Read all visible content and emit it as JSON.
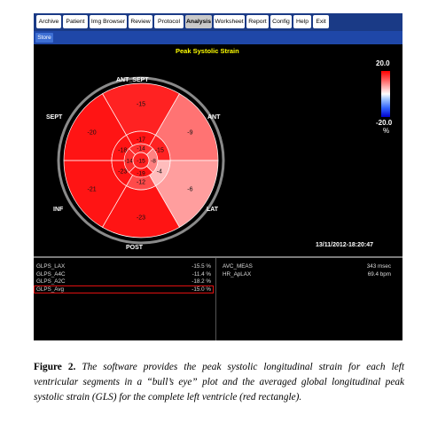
{
  "menu": {
    "tabs": [
      {
        "label": "Archive",
        "active": false
      },
      {
        "label": "Patient",
        "active": false
      },
      {
        "label": "Img Browser",
        "active": false
      },
      {
        "label": "Review",
        "active": false
      },
      {
        "label": "Protocol",
        "active": false
      },
      {
        "label": "Analysis",
        "active": true
      },
      {
        "label": "Worksheet",
        "active": false
      },
      {
        "label": "Report",
        "active": false
      },
      {
        "label": "Config",
        "active": false
      },
      {
        "label": "Help",
        "active": false
      },
      {
        "label": "Exit",
        "active": false
      }
    ]
  },
  "toolbar": {
    "store_label": "Store"
  },
  "viewer": {
    "title": "Peak Systolic Strain",
    "timestamp": "13/11/2012-18:20:47",
    "scale": {
      "max": "20.0",
      "min": "-20.0",
      "unit": "%"
    },
    "wall_labels": {
      "ant_sept": "ANT_SEPT",
      "sept": "SEPT",
      "ant": "ANT",
      "inf": "INF",
      "lat": "LAT",
      "post": "POST"
    }
  },
  "chart_data": {
    "type": "bullseye",
    "title": "Peak Systolic Strain",
    "unit": "%",
    "scale_range": [
      -20.0,
      20.0
    ],
    "segments": {
      "basal": [
        {
          "wall": "ant_sept",
          "value": -15
        },
        {
          "wall": "ant",
          "value": -9
        },
        {
          "wall": "lat",
          "value": -6
        },
        {
          "wall": "post",
          "value": -23
        },
        {
          "wall": "inf",
          "value": -21
        },
        {
          "wall": "sept",
          "value": -20
        }
      ],
      "mid": [
        {
          "wall": "ant_sept",
          "value": -17
        },
        {
          "wall": "ant",
          "value": -15
        },
        {
          "wall": "lat",
          "value": -4
        },
        {
          "wall": "post",
          "value": -12
        },
        {
          "wall": "inf",
          "value": -23
        },
        {
          "wall": "sept",
          "value": -18
        }
      ],
      "apical": [
        {
          "wall": "top",
          "value": -14
        },
        {
          "wall": "right",
          "value": -8
        },
        {
          "wall": "bottom",
          "value": -19
        },
        {
          "wall": "left",
          "value": -14
        }
      ],
      "apex": {
        "value": -15
      }
    }
  },
  "measurements": {
    "left": [
      {
        "name": "GLPS_LAX",
        "value": "-15.5 %"
      },
      {
        "name": "GLPS_A4C",
        "value": "-11.4 %"
      },
      {
        "name": "GLPS_A2C",
        "value": "-18.2 %"
      },
      {
        "name": "GLPS_Avg",
        "value": "-15.0 %",
        "highlight": true
      }
    ],
    "right": [
      {
        "name": "AVC_MEAS",
        "value": "343 msec"
      },
      {
        "name": "HR_ApLAX",
        "value": "69.4 bpm"
      }
    ]
  },
  "caption": {
    "figure_label": "Figure 2.",
    "text": "The software provides the peak systolic longitudinal strain for each left ventricular segments in a “bull’s eye” plot and the averaged global longitudinal peak systolic strain (GLS) for the complete left ventricle (red rectangle)."
  }
}
